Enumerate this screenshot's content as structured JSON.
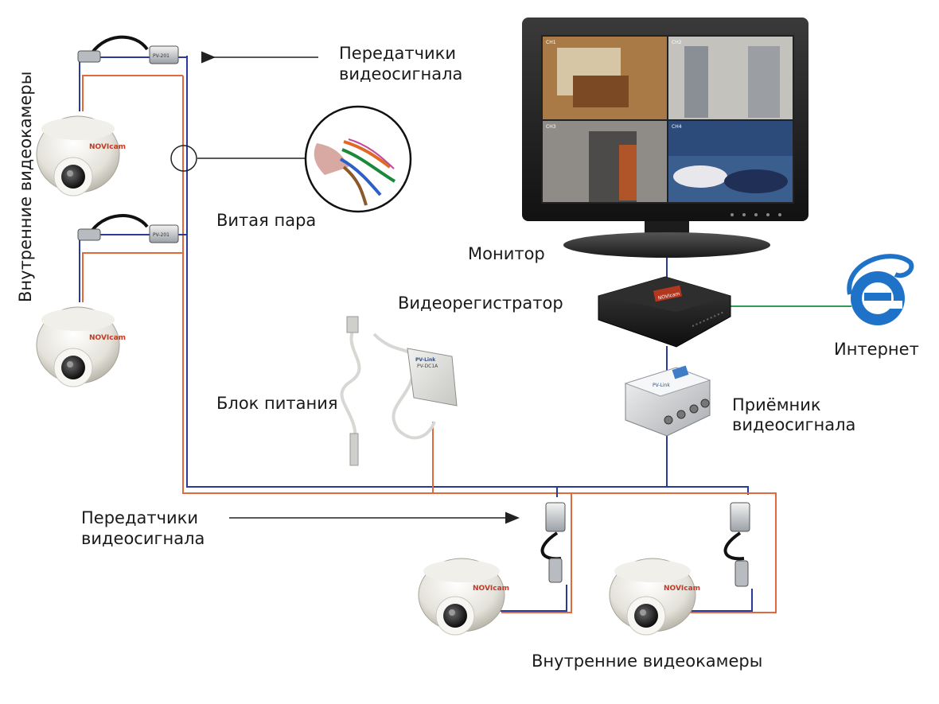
{
  "labels": {
    "transmitters_top": [
      "Передатчики",
      "видеосигнала"
    ],
    "twisted_pair": "Витая пара",
    "indoor_cameras_side": "Внутренние видеокамеры",
    "monitor": "Монитор",
    "dvr": "Видеорегистратор",
    "internet": "Интернет",
    "power_supply": "Блок питания",
    "receiver": [
      "Приёмник",
      "видеосигнала"
    ],
    "transmitters_bottom": [
      "Передатчики",
      "видеосигнала"
    ],
    "indoor_cameras_bottom": "Внутренние видеокамеры"
  },
  "device_text": {
    "camera_brand": "NOVIcam",
    "power_brand": "PV-Link",
    "power_model": "PV-DC1A",
    "receiver_brand": "PV-Link",
    "dvr_brand": "NOVIcam",
    "monitor_channels": [
      "CH1",
      "CH2",
      "CH3",
      "CH4"
    ],
    "transmitter_text": "PV-201"
  },
  "colors": {
    "video_line": "#2a3a9a",
    "power_line": "#e2693b",
    "internet_line": "#2e9a55",
    "pointer": "#222222",
    "ie_logo": "#1e73c8"
  }
}
